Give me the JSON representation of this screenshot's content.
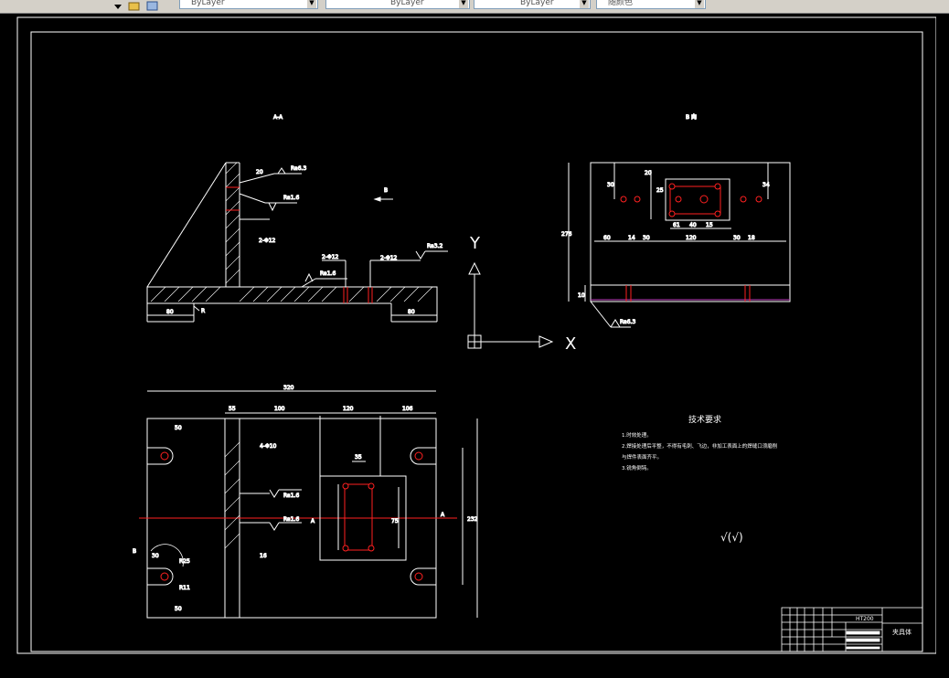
{
  "toolbar": {
    "layer_dropdown": "ByLayer",
    "color_dropdown": "ByLayer",
    "linetype_dropdown": "ByLayer",
    "lineweight_dropdown": "随颜色",
    "icons": [
      "layer-states-icon",
      "layer-properties-icon"
    ]
  },
  "drawing": {
    "section_view_label": "A-A",
    "direction_view_label": "B 向",
    "ucs_y": "Y",
    "ucs_x": "X",
    "arrow_b_label": "B",
    "tech_req_title": "技术要求",
    "tech_req_lines": [
      "1.时效处理。",
      "2.焊接处理后平整，不得有毛刺、飞边，非加工表面上的焊缝口须磨削",
      "与焊件表面齐平。",
      "3.锐角倒钝。"
    ],
    "roughness_note": "√(√)",
    "material": "HT200",
    "part_name": "夹具体",
    "dims_top": {
      "hole1": "2-Φ12",
      "hole2": "2-Φ12",
      "weld1": "Ra3.2",
      "weld2": "Ra1.6",
      "weld3": "Ra6.3",
      "weld4": "Ra1.6",
      "left_base": "80",
      "right_base": "80"
    },
    "dims_b_view": {
      "d_30a": "30",
      "d_20": "20",
      "d_25": "25",
      "d_34": "34",
      "d_60": "60",
      "d_14a": "14",
      "d_30b": "30",
      "d_120": "120",
      "d_30c": "30",
      "d_18": "18",
      "d_61": "61",
      "d_40": "40",
      "d_15": "15",
      "d_276": "276",
      "d_10": "10",
      "ra": "Ra6.3"
    },
    "dims_plan": {
      "overall_w": "320",
      "d_55": "55",
      "d_100": "100",
      "d_130": "120",
      "d_106": "106",
      "d_50a": "50",
      "d_50b": "50",
      "d_35": "35",
      "d_R25": "R25",
      "d_R11": "R11",
      "ra1": "Ra1.6",
      "ra2": "Ra1.6",
      "d_30": "30",
      "d_16": "16",
      "d_75": "75",
      "d_232": "232",
      "sec_A": "A",
      "sec_B": "B"
    }
  },
  "title_block": {
    "cell_material": "HT200",
    "cell_name": "夹具体"
  }
}
